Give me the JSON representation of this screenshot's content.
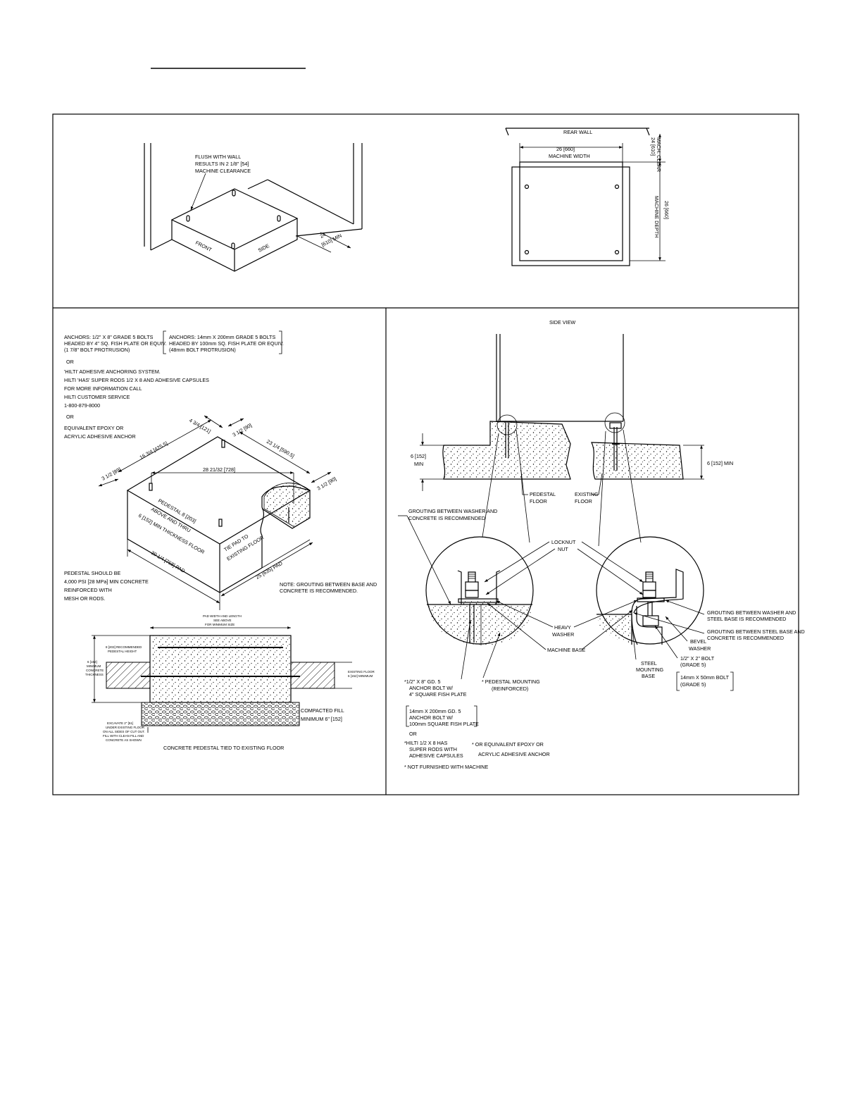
{
  "top_left": {
    "flush_note": [
      "FLUSH WITH WALL",
      "RESULTS IN 2 1/8\" [54]",
      "MACHINE CLEARANCE"
    ],
    "front": "FRONT",
    "side": "SIDE",
    "clearance": [
      "24",
      "[610] MIN"
    ]
  },
  "top_right": {
    "rear_wall": "REAR WALL",
    "mach_clear": [
      "24 [610]",
      "MACH. CLEAR"
    ],
    "width": [
      "26 [660]",
      "MACHINE WIDTH"
    ],
    "depth": [
      "26 [660]",
      "MACHINE DEPTH"
    ]
  },
  "bottom_left": {
    "anchors": [
      "ANCHORS: 1/2\" X 8\" GRADE 5 BOLTS",
      "HEADED BY 4\" SQ. FISH PLATE OR EQUIV.",
      "(1 7/8\" BOLT PROTRUSION)"
    ],
    "anchors_metric": [
      "ANCHORS: 14mm  X 200mm GRADE 5 BOLTS",
      "HEADED BY 100mm SQ. FISH PLATE OR EQUIV.",
      "(48mm BOLT PROTRUSION)"
    ],
    "or1": "OR",
    "hilti": [
      "'HILTI' ADHESIVE ANCHORING SYSTEM.",
      "HILTI 'HAS' SUPER RODS 1/2 X 8 AND ADHESIVE CAPSULES",
      "FOR MORE INFORMATION CALL",
      "HILTI CUSTOMER SERVICE",
      "1-800-879-8000"
    ],
    "or2": "OR",
    "epoxy": [
      "EQUIVALENT EPOXY OR",
      "ACRYLIC ADHESIVE ANCHOR"
    ],
    "dims": {
      "d1": "4 3/4 [121]",
      "d2": "3 1/2 [90]",
      "d3": "16 3/4 [425.5]",
      "d4": "23 1/4 [590.5]",
      "d5": "28 21/32 [728]",
      "d6": "3 1/2 [89]",
      "d7": "3 1/2 [90]",
      "d8": "30 1/4 [768] PAD",
      "d9": "25 [635] PAD"
    },
    "pedestal_label": [
      "PEDESTAL 8 [203]",
      "ABOVE AND THRU",
      "6 [152] MIN THICKNESS FLOOR"
    ],
    "tie_pad": [
      "TIE PAD TO",
      "EXISTING FLOOR"
    ],
    "pedestal_note": [
      "PEDESTAL SHOULD BE",
      "4,000 PSI [28 MPa] MIN CONCRETE",
      "REINFORCED WITH",
      "MESH OR RODS."
    ],
    "grout_note": [
      "NOTE: GROUTING BETWEEN BASE AND",
      "CONCRETE IS RECOMMENDED."
    ],
    "section": {
      "top_note": [
        "PAD WIDTH AND LENGTH",
        "SEE ABOVE",
        "FOR MINIMUM SIZE"
      ],
      "left_top": [
        "8 [203] RECOMMENDED",
        "PEDESTAL HEIGHT"
      ],
      "left_mid": [
        "6 [152]",
        "MINIMUM",
        "CONCRETE",
        "THICKNESS"
      ],
      "right_mid": [
        "EXISTING FLOOR",
        "6 [152] MINIMUM"
      ],
      "compacted": [
        "COMPACTED FILL",
        "MINIMUM 6\" [152]"
      ],
      "excavate": [
        "EXCAVATE 2\" [51]",
        "UNDER EXISTING FLOOR",
        "ON ALL SIDES OF CUT OUT.",
        "FILL WITH CLEAN FILL AND",
        "CONCRETE AS SHOWN"
      ],
      "caption": "CONCRETE PEDESTAL TIED TO EXISTING FLOOR"
    }
  },
  "bottom_right": {
    "side_view": "SIDE VIEW",
    "left_dim": [
      "6 [152]",
      "MIN"
    ],
    "right_dim": "6 [152] MIN",
    "pedestal_floor": [
      "PEDESTAL",
      "FLOOR"
    ],
    "existing_floor": [
      "EXISTING",
      "FLOOR"
    ],
    "grout_washer_left": [
      "GROUTING BETWEEN WASHER AND",
      "CONCRETE IS RECOMMENDED"
    ],
    "locknut": "LOCKNUT",
    "nut": "NUT",
    "grout_washer_right": [
      "GROUTING BETWEEN WASHER AND",
      "STEEL BASE IS RECOMMENDED"
    ],
    "grout_steel": [
      "GROUTING BETWEEN STEEL BASE AND",
      "CONCRETE IS RECOMMENDED"
    ],
    "heavy_washer": [
      "HEAVY",
      "WASHER"
    ],
    "machine_base": "MACHINE BASE",
    "bevel_washer": [
      "BEVEL",
      "WASHER"
    ],
    "steel_base": [
      "STEEL",
      "MOUNTING",
      "BASE"
    ],
    "bolt": [
      "1/2\" X 2\" BOLT",
      "(GRADE 5)"
    ],
    "bolt_metric": [
      "14mm X 50mm BOLT",
      "(GRADE 5)"
    ],
    "anchor_bolt": [
      "*1/2\" X 8\" GD. 5",
      "ANCHOR BOLT W/",
      "4\" SQUARE FISH PLATE"
    ],
    "pedestal_mounting": [
      "* PEDESTAL MOUNTING",
      "(REINFORCED)"
    ],
    "anchor_metric": [
      "14mm X 200mm GD. 5",
      "ANCHOR BOLT W/",
      "100mm SQUARE FISH PLATE"
    ],
    "or": "OR",
    "hilti_rods": [
      "*HILTI 1/2 X 8 HAS",
      "SUPER RODS WITH",
      "ADHESIVE CAPSULES"
    ],
    "epoxy": [
      "* OR EQUIVALENT EPOXY OR",
      "ACRYLIC ADHESIVE ANCHOR"
    ],
    "not_furnished": "* NOT FURNISHED WITH MACHINE"
  }
}
